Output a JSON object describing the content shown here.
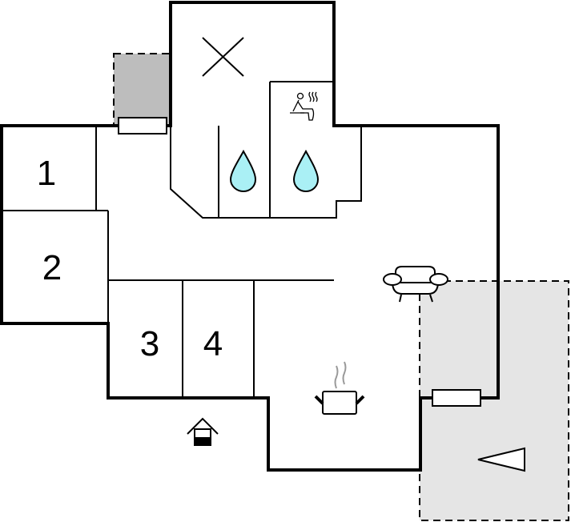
{
  "plan": {
    "rooms": [
      {
        "label": "1"
      },
      {
        "label": "2"
      },
      {
        "label": "3"
      },
      {
        "label": "4"
      }
    ],
    "icons": [
      "cross-icon",
      "sauna-icon",
      "water-drop-icon",
      "water-drop-icon",
      "sofa-icon",
      "cooking-pot-icon",
      "entrance-icon",
      "direction-arrow-icon"
    ],
    "colors": {
      "wall": "#000000",
      "balcony_fill": "#bdbdbd",
      "terrace_fill": "#e5e5e5",
      "water_drop": "#aaf0f5"
    }
  }
}
